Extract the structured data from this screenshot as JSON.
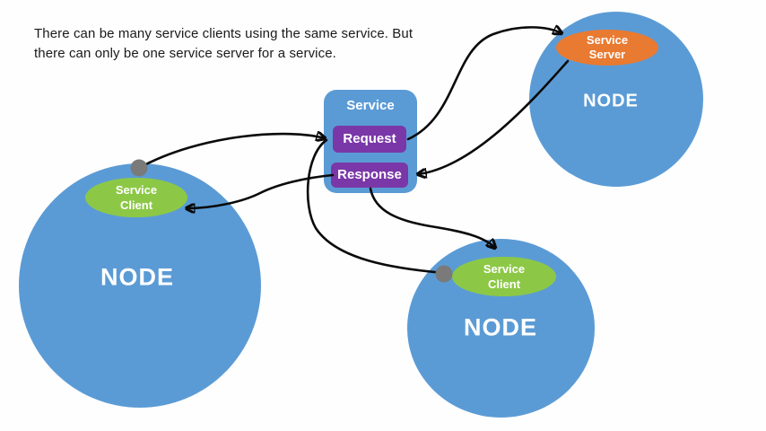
{
  "caption": {
    "line1": "There can be many service clients using the same service. But",
    "line2": "there can only be one service server for a service."
  },
  "service_box": {
    "title": "Service",
    "request_label": "Request",
    "response_label": "Response"
  },
  "nodes": [
    {
      "id": "left",
      "label": "NODE",
      "component": {
        "type": "service-client",
        "line1": "Service",
        "line2": "Client"
      }
    },
    {
      "id": "top-right",
      "label": "NODE",
      "component": {
        "type": "service-server",
        "line1": "Service",
        "line2": "Server"
      }
    },
    {
      "id": "bottom-right",
      "label": "NODE",
      "component": {
        "type": "service-client",
        "line1": "Service",
        "line2": "Client"
      }
    }
  ],
  "arrows": [
    {
      "name": "client1-to-request",
      "from": "left node connection dot",
      "to": "Request box"
    },
    {
      "name": "response-to-client1",
      "from": "Response box",
      "to": "left Service Client"
    },
    {
      "name": "request-to-server",
      "from": "Request box",
      "to": "Service Server"
    },
    {
      "name": "server-to-response",
      "from": "Service Server",
      "to": "Response box"
    },
    {
      "name": "response-to-client2",
      "from": "Response box",
      "to": "bottom Service Client"
    },
    {
      "name": "client2-to-request",
      "from": "bottom node connection dot",
      "to": "Request box"
    }
  ],
  "colors": {
    "node-blue": "#5B9BD5",
    "client-green": "#8CC846",
    "server-orange": "#E97A31",
    "request-purple": "#7A37A8",
    "dot-gray": "#7A7A7A",
    "arrow-black": "#0A0A0A",
    "text-dark": "#1A1A1A",
    "text-white": "#FFFFFF",
    "bg": "#FEFEFE"
  }
}
